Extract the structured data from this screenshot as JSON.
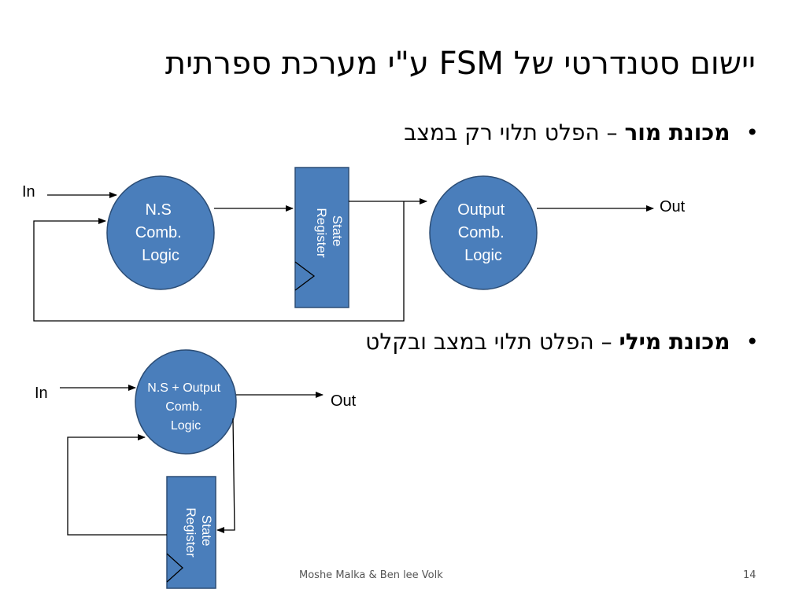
{
  "slide": {
    "title": "יישום סטנדרטי של FSM ע\"י מערכת ספרתית",
    "footer": "Moshe Malka & Ben lee Volk",
    "page_number": "14"
  },
  "bullets": [
    {
      "bold": "מכונת מור",
      "text": " – הפלט תלוי רק במצב"
    },
    {
      "bold": "מכונת מילי",
      "text": " – הפלט תלוי במצב ובקלט"
    }
  ],
  "moore": {
    "in_label": "In",
    "out_label": "Out",
    "ns_logic": [
      "N.S",
      "Comb.",
      "Logic"
    ],
    "output_logic": [
      "Output",
      "Comb.",
      "Logic"
    ],
    "register": [
      "State",
      "Register"
    ]
  },
  "mealy": {
    "in_label": "In",
    "out_label": "Out",
    "logic": [
      "N.S + Output",
      "Comb.",
      "Logic"
    ],
    "register": [
      "State",
      "Register"
    ]
  },
  "colors": {
    "block_fill": "#4a7ebb",
    "block_stroke": "#2c4d75",
    "text_on_block": "#ffffff",
    "wire": "#000000"
  }
}
